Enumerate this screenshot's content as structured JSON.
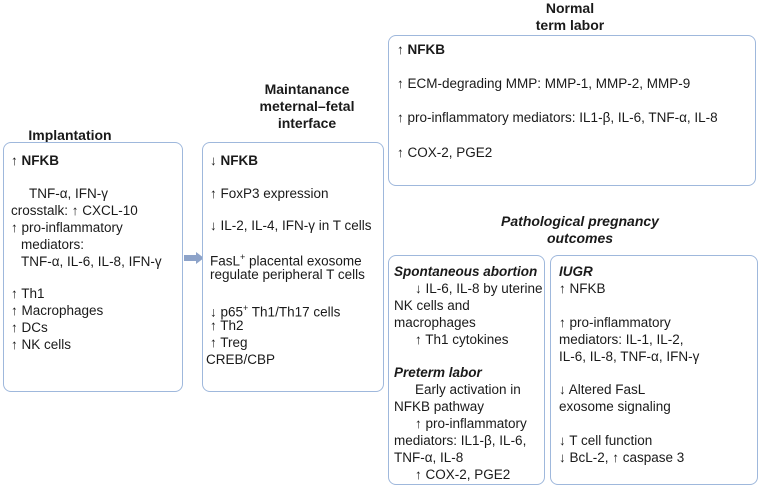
{
  "headings": {
    "implantation": "Implantation",
    "interface_1": "Maintanance",
    "interface_2": "meternal–fetal",
    "interface_3": "interface",
    "normal_1": "Normal",
    "normal_2": "term labor",
    "patho_1": "Pathological pregnancy",
    "patho_2": "outcomes"
  },
  "implantation_box": [
    "↑ NFKB",
    "TNF-α, IFN-γ",
    "crosstalk:  ↑ CXCL-10",
    "↑ pro-inflammatory",
    "mediators:",
    "TNF-α, IL-6, IL-8, IFN-γ",
    "↑ Th1",
    "↑ Macrophages",
    "↑ DCs",
    "↑ NK cells"
  ],
  "interface_box": [
    "↓ NFKB",
    "↑ FoxP3 expression",
    "↓ IL-2, IL-4, IFN-γ in T cells",
    "FasL",
    "+",
    " placental exosome",
    "regulate peripheral T cells",
    "↓ p65",
    "+",
    " Th1/Th17 cells",
    "↑ Th2",
    "↑ Treg",
    "CREB/CBP"
  ],
  "normal_box": [
    "↑ NFKB",
    "↑ ECM-degrading MMP: MMP-1, MMP-2, MMP-9",
    "↑ pro-inflammatory mediators: IL1-β, IL-6, TNF-α, IL-8",
    "↑ COX-2, PGE2"
  ],
  "abortion_box": [
    "Spontaneous abortion",
    "↓ IL-6, IL-8 by uterine",
    "NK cells and",
    "macrophages",
    "↑ Th1 cytokines",
    "Preterm labor",
    "Early activation in",
    "NFKB pathway",
    "↑ pro-inflammatory",
    "mediators: IL1-β, IL-6,",
    "TNF-α, IL-8",
    "↑ COX-2, PGE2"
  ],
  "iugr_box": [
    "IUGR",
    "↑ NFKB",
    "↑ pro-inflammatory",
    "mediators: IL-1, IL-2,",
    "IL-6, IL-8, TNF-α, IFN-γ",
    "↓ Altered FasL",
    "exosome signaling",
    "↓ T cell function",
    "↓ BcL-2, ↑ caspase 3"
  ],
  "colors": {
    "box_border": "#9fb8dc",
    "arrow": "#8da3c9"
  },
  "icons": [
    "right-arrow-icon"
  ]
}
